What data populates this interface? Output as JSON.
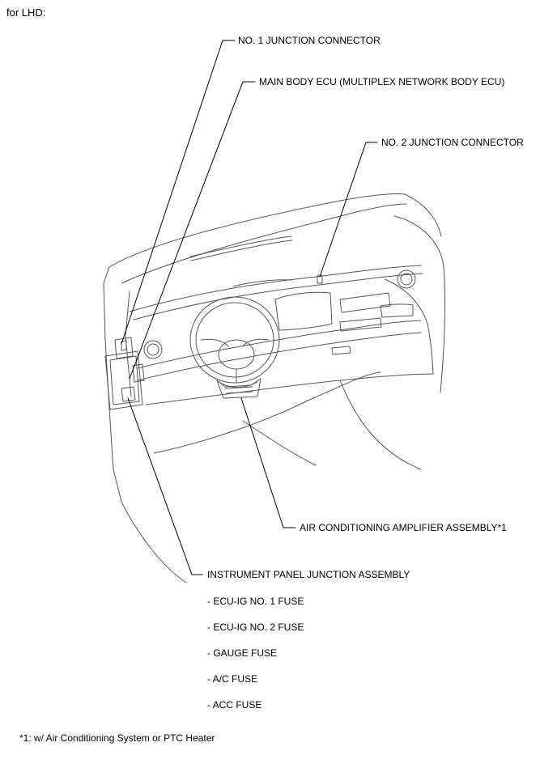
{
  "header": {
    "variant": "for LHD:"
  },
  "callouts": {
    "no1_junction_connector": "NO. 1 JUNCTION CONNECTOR",
    "main_body_ecu": "MAIN BODY ECU (MULTIPLEX NETWORK BODY ECU)",
    "no2_junction_connector": "NO. 2 JUNCTION CONNECTOR",
    "ac_amplifier": "AIR CONDITIONING AMPLIFIER ASSEMBLY*1",
    "instrument_panel_junction": "INSTRUMENT PANEL JUNCTION ASSEMBLY"
  },
  "fuses": [
    "- ECU-IG NO. 1 FUSE",
    "- ECU-IG NO. 2 FUSE",
    "- GAUGE FUSE",
    "- A/C FUSE",
    "- ACC FUSE"
  ],
  "footnote": "*1: w/ Air Conditioning System or PTC Heater"
}
